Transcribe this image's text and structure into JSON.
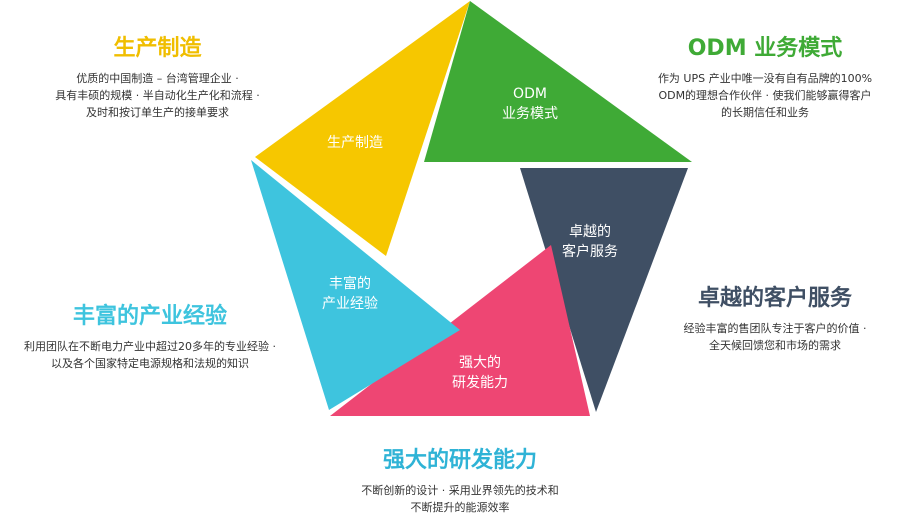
{
  "colors": {
    "yellow": "#F6C700",
    "green": "#3FAA36",
    "slate": "#3F4F64",
    "pink": "#EE4673",
    "cyan": "#3EC4DE"
  },
  "segments": [
    {
      "label": [
        "生产制造"
      ],
      "title": "生产制造",
      "desc": [
        "优质的中国制造 – 台湾管理企业 ·",
        "具有丰硕的规模 · 半自动化生产化和流程 ·",
        "及时和按订单生产的接单要求"
      ]
    },
    {
      "label": [
        "ODM",
        "业务模式"
      ],
      "title": "ODM 业务模式",
      "desc": [
        "作为 UPS 产业中唯一没有自有品牌的100%",
        "ODM的理想合作伙伴 · 使我们能够赢得客户",
        "的长期信任和业务"
      ]
    },
    {
      "label": [
        "卓越的",
        "客户服务"
      ],
      "title": "卓越的客户服务",
      "desc": [
        "经验丰富的售团队专注于客户的价值 ·",
        "全天候回馈您和市场的需求"
      ]
    },
    {
      "label": [
        "强大的",
        "研发能力"
      ],
      "title": "强大的研发能力",
      "desc": [
        "不断创新的设计 · 采用业界领先的技术和",
        "不断提升的能源效率"
      ]
    },
    {
      "label": [
        "丰富的",
        "产业经验"
      ],
      "title": "丰富的产业经验",
      "desc": [
        "利用团队在不断电力产业中超过20多年的专业经验 ·",
        "以及各个国家特定电源规格和法规的知识"
      ]
    }
  ]
}
